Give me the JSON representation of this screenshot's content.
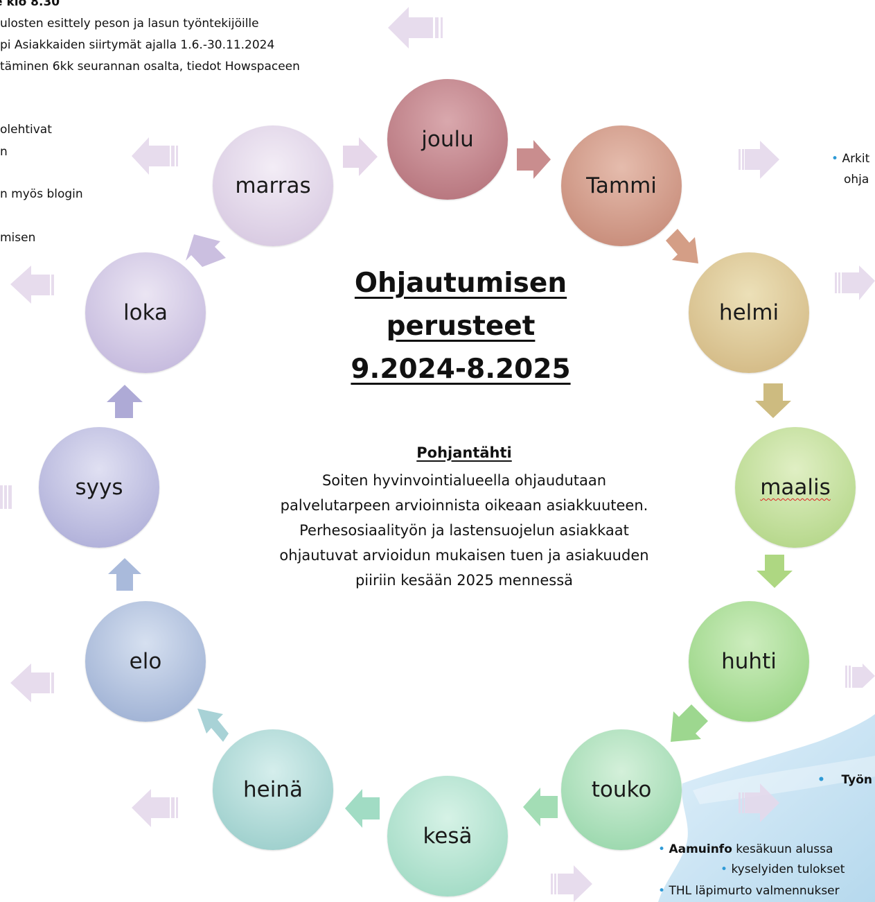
{
  "center": {
    "title_lines": [
      "Ohjautumisen",
      "perusteet",
      "9.2024-8.2025"
    ],
    "pohjantahti_heading": "Pohjantähti",
    "pohjantahti_lines": [
      "Soiten hyvinvointialueella ohjaudutaan",
      "palvelutarpeen arvioinnista oikeaan asiakkuuteen.",
      "Perhesosiaalityön ja lastensuojelun asiakkaat",
      "ohjautuvat arvioidun mukaisen tuen ja asiakuuden",
      "piiriin kesään 2025 mennessä"
    ]
  },
  "months": {
    "joulu": "joulu",
    "tammi": "Tammi",
    "helmi": "helmi",
    "maalis": "maalis",
    "huhti": "huhti",
    "touko": "touko",
    "kesa": "kesä",
    "heina": "heinä",
    "elo": "elo",
    "syys": "syys",
    "loka": "loka",
    "marras": "marras"
  },
  "top_left_notes": {
    "line1": "e klo 8.30",
    "line2": "ulosten esittely peson ja lasun työntekijöille",
    "line3": "pi Asiakkaiden siirtymät ajalla 1.6.-30.11.2024",
    "line4": "täminen 6kk seurannan osalta, tiedot Howspaceen"
  },
  "left_notes": {
    "line1": "olehtivat",
    "line2": "n",
    "line3": "n myös blogin",
    "line4": "misen"
  },
  "right_notes": {
    "line1": "Arkit",
    "line2": "ohja"
  },
  "bottom_right_notes": {
    "tyon": "Työn",
    "aamuinfo_bold": "Aamuinfo",
    "aamuinfo_rest": " kesäkuun alussa",
    "kyselyt": "kyselyiden tulokset",
    "thl": "THL läpimurto valmennukser"
  },
  "colors": {
    "joulu": "#c0828a",
    "tammi": "#cf9c8c",
    "helmi": "#dcc89c",
    "maalis": "#c8e0a2",
    "huhti": "#ade09a",
    "touko": "#b2e2c0",
    "kesa": "#b8e6d4",
    "heina": "#b4dcda",
    "elo": "#b4c4e0",
    "syys": "#c6c6e6",
    "loka": "#d6cfe8",
    "marras": "#e6dcec"
  }
}
